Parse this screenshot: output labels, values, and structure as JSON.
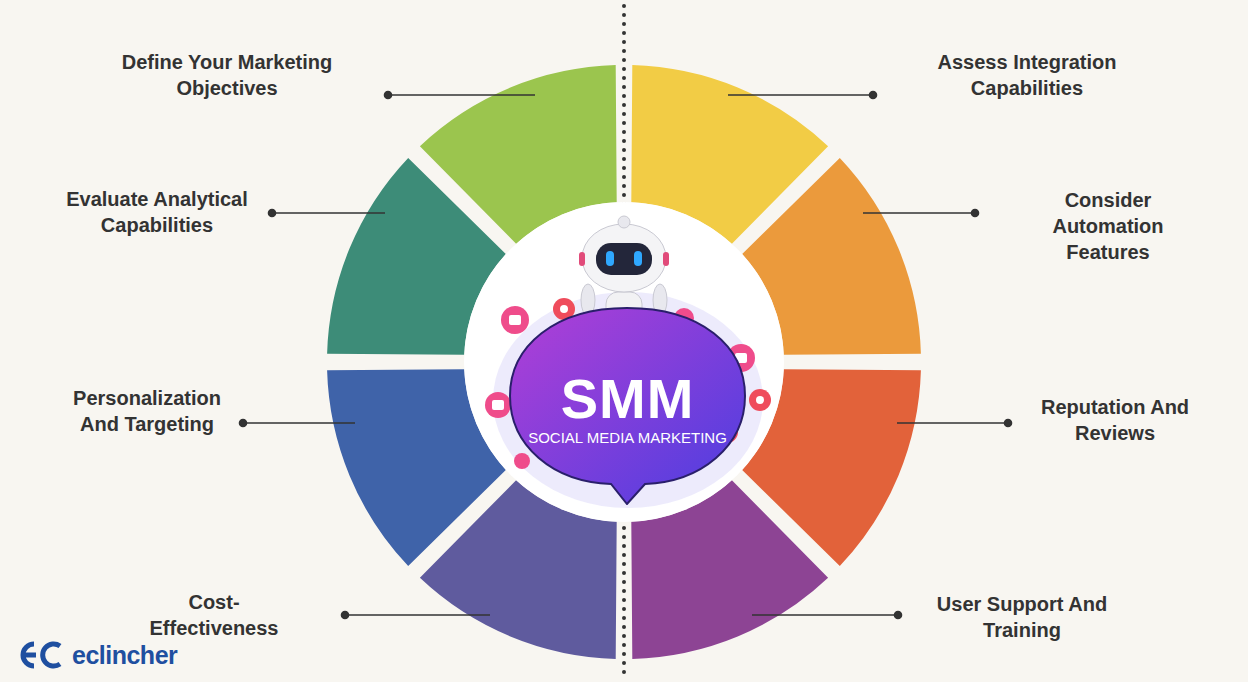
{
  "diagram": {
    "nodes": [
      {
        "text": [
          "SMM",
          "SOCIAL MEDIA MARKETING"
        ]
      }
    ],
    "labels": [
      "Define Your Marketing Objectives",
      "Assess Integration Capabilities",
      "Evaluate Analytical Capabilities",
      "Consider Automation Features",
      "Personalization And Targeting",
      "Reputation And Reviews",
      "Cost-Effectiveness",
      "User Support And Training",
      "eclincher"
    ]
  }
}
